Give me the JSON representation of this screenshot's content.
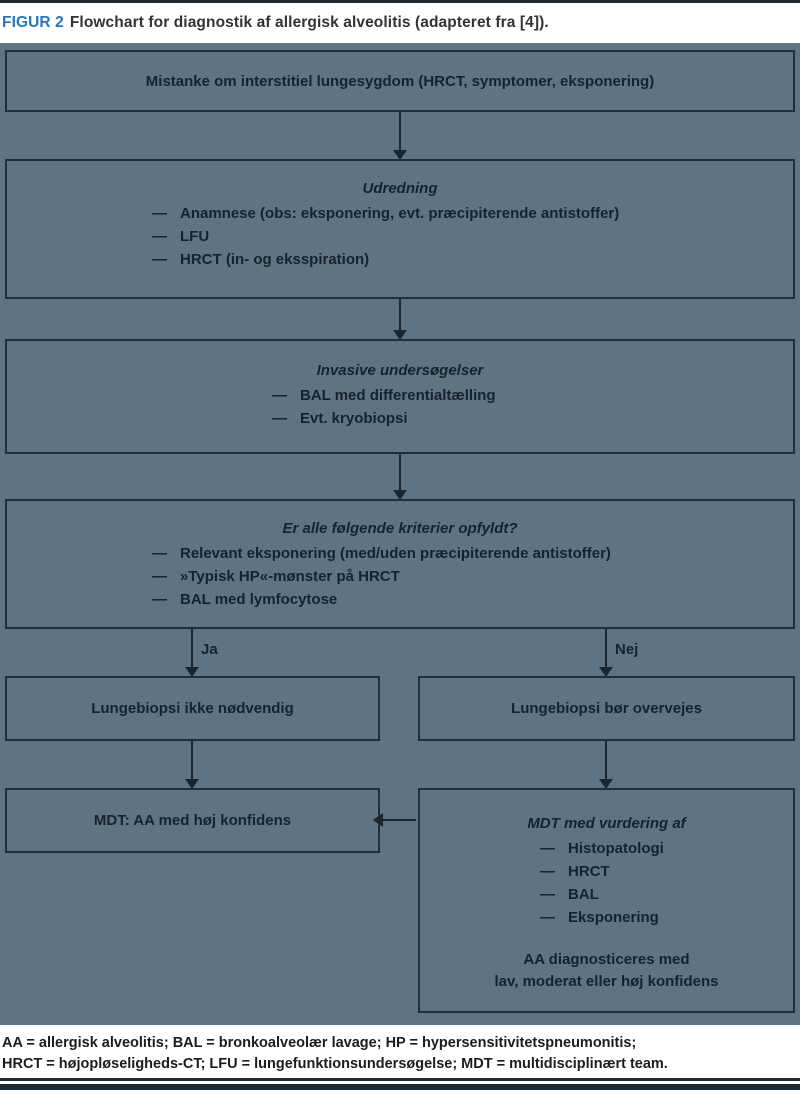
{
  "bullet_char": "—",
  "colors": {
    "accent_blue": "#2878b8",
    "chart_background": "#5f7383",
    "box_border": "#222f39",
    "text_dark": "#14232e",
    "rule_dark": "#1d2b36"
  },
  "title": {
    "label": "FIGUR 2",
    "text": "Flowchart for diagnostik af allergisk alveolitis (adapteret fra [4])."
  },
  "flowchart": {
    "box1": {
      "text": "Mistanke om interstitiel lungesygdom (HRCT, symptomer, eksponering)"
    },
    "box2": {
      "heading": "Udredning",
      "items": [
        "Anamnese (obs: eksponering, evt. præcipiterende antistoffer)",
        "LFU",
        "HRCT (in- og eksspiration)"
      ]
    },
    "box3": {
      "heading": "Invasive undersøgelser",
      "items": [
        "BAL med differentialtælling",
        "Evt. kryobiopsi"
      ]
    },
    "box4": {
      "heading": "Er alle følgende kriterier opfyldt?",
      "items": [
        "Relevant eksponering (med/uden præcipiterende antistoffer)",
        "»Typisk HP«-mønster på HRCT",
        "BAL med lymfocytose"
      ]
    },
    "branch_yes": "Ja",
    "branch_no": "Nej",
    "box_left1": {
      "text": "Lungebiopsi ikke nødvendig"
    },
    "box_right1": {
      "text": "Lungebiopsi bør overvejes"
    },
    "box_left2": {
      "text": "MDT: AA med høj konfidens"
    },
    "box_right2": {
      "heading": "MDT med vurdering af",
      "items": [
        "Histopatologi",
        "HRCT",
        "BAL",
        "Eksponering"
      ],
      "note": [
        "AA diagnosticeres med",
        "lav, moderat eller høj konfidens"
      ]
    }
  },
  "legend": {
    "line1": "AA = allergisk alveolitis; BAL = bronkoalveolær lavage; HP = hypersensitivitetspneumonitis;",
    "line2": "HRCT = højopløseligheds-CT; LFU = lungefunktionsundersøgelse; MDT = multidisciplinært team."
  }
}
